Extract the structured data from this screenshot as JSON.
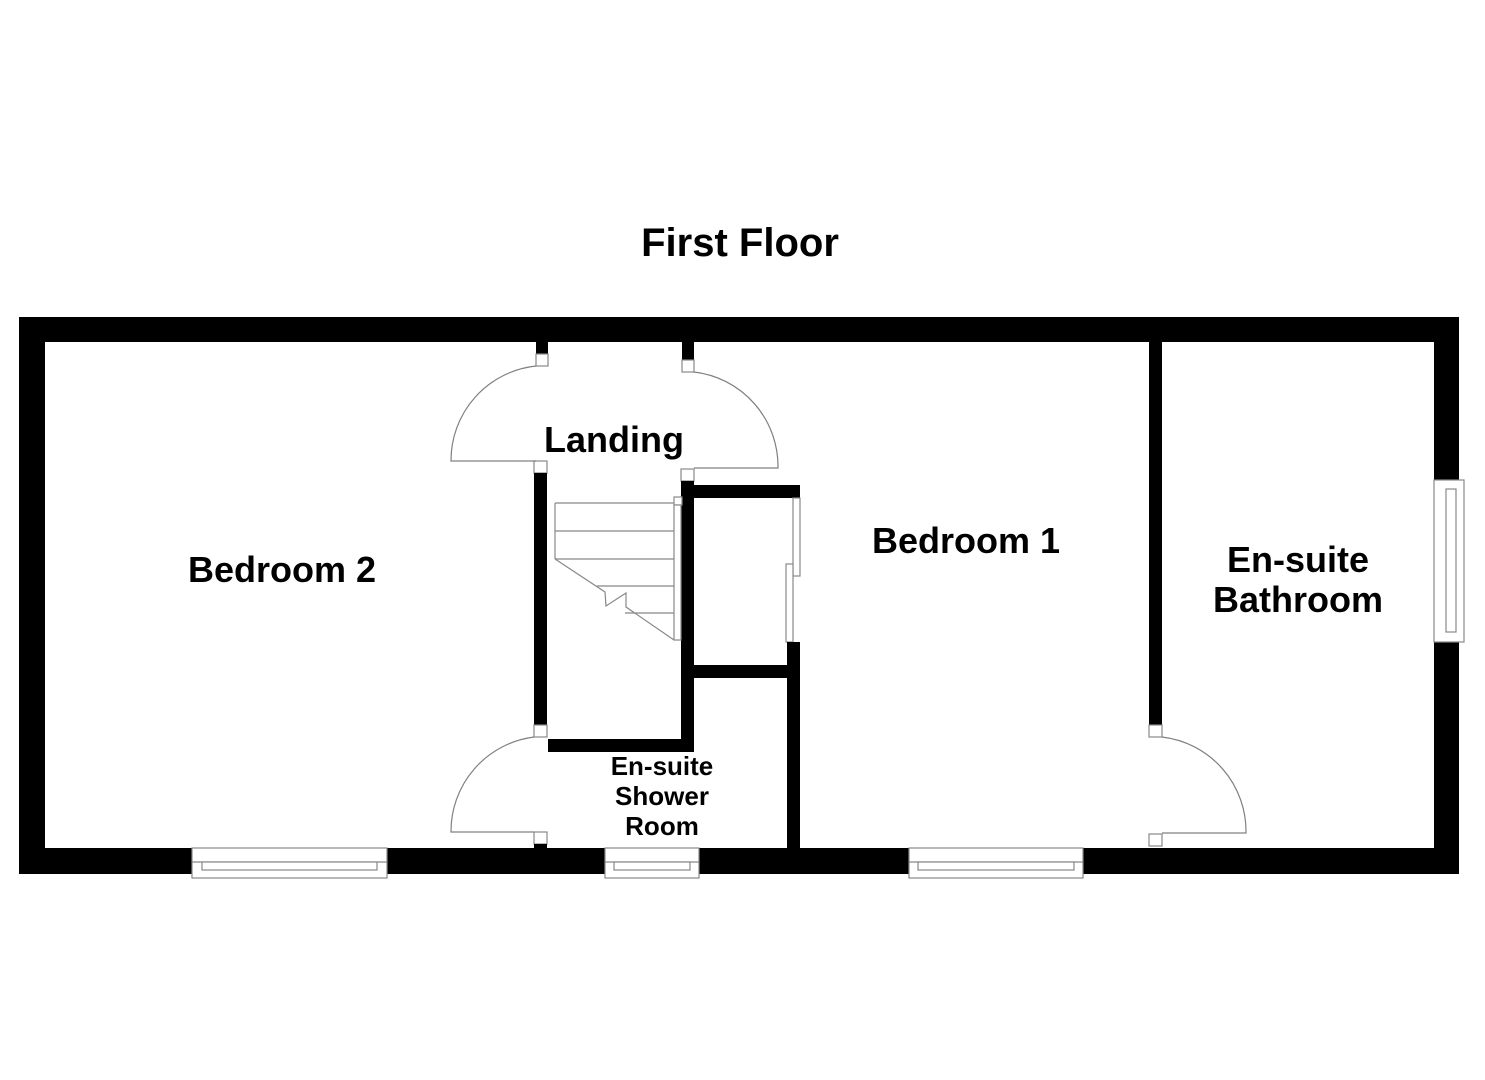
{
  "title": "First Floor",
  "rooms": {
    "bedroom2": "Bedroom 2",
    "landing": "Landing",
    "bedroom1": "Bedroom 1",
    "bathroom_line1": "En-suite",
    "bathroom_line2": "Bathroom",
    "shower_line1": "En-suite",
    "shower_line2": "Shower",
    "shower_line3": "Room"
  },
  "colors": {
    "wall": "#000000",
    "fixture_line": "#888888",
    "background": "#ffffff"
  }
}
